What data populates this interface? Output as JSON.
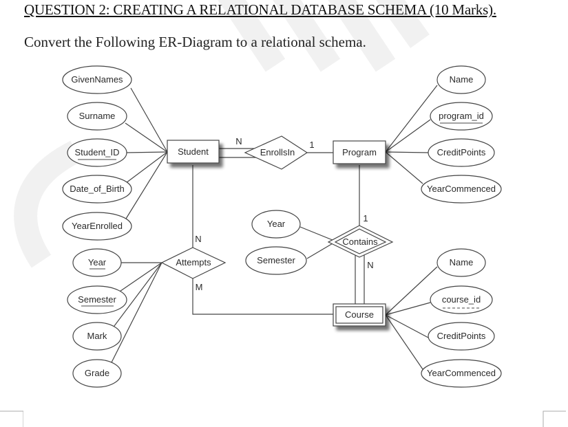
{
  "question": {
    "title": "QUESTION 2: CREATING A RELATIONAL DATABASE SCHEMA (10 Marks)",
    "title_suffix": ".",
    "instruction": "Convert the Following ER-Diagram to a relational schema."
  },
  "diagram": {
    "entities": [
      {
        "id": "student",
        "label": "Student",
        "weak": false
      },
      {
        "id": "program",
        "label": "Program",
        "weak": false
      },
      {
        "id": "course",
        "label": "Course",
        "weak": true
      }
    ],
    "relationships": [
      {
        "id": "enrollsin",
        "label": "EnrollsIn",
        "identifying": false
      },
      {
        "id": "attempts",
        "label": "Attempts",
        "identifying": false
      },
      {
        "id": "contains",
        "label": "Contains",
        "identifying": true
      }
    ],
    "attributes": {
      "student": [
        {
          "label": "GivenNames",
          "key": "none"
        },
        {
          "label": "Surname",
          "key": "none"
        },
        {
          "label": "Student_ID",
          "key": "primary"
        },
        {
          "label": "Date_of_Birth",
          "key": "none"
        },
        {
          "label": "YearEnrolled",
          "key": "none"
        }
      ],
      "attempts": [
        {
          "label": "Year",
          "key": "primary"
        },
        {
          "label": "Semester",
          "key": "primary"
        },
        {
          "label": "Mark",
          "key": "none"
        },
        {
          "label": "Grade",
          "key": "none"
        }
      ],
      "contains": [
        {
          "label": "Year",
          "key": "none"
        },
        {
          "label": "Semester",
          "key": "none"
        }
      ],
      "program": [
        {
          "label": "Name",
          "key": "none"
        },
        {
          "label": "program_id",
          "key": "primary"
        },
        {
          "label": "CreditPoints",
          "key": "none"
        },
        {
          "label": "YearCommenced",
          "key": "none"
        }
      ],
      "course": [
        {
          "label": "Name",
          "key": "none"
        },
        {
          "label": "course_id",
          "key": "partial"
        },
        {
          "label": "CreditPoints",
          "key": "none"
        },
        {
          "label": "YearCommenced",
          "key": "none"
        }
      ]
    },
    "cardinalities": {
      "student_enrollsin": "N",
      "enrollsin_program": "1",
      "student_attempts": "N",
      "attempts_course": "M",
      "program_contains": "1",
      "contains_course": "N"
    },
    "participation": {
      "student_enrollsin": "total",
      "contains_course": "total"
    }
  }
}
